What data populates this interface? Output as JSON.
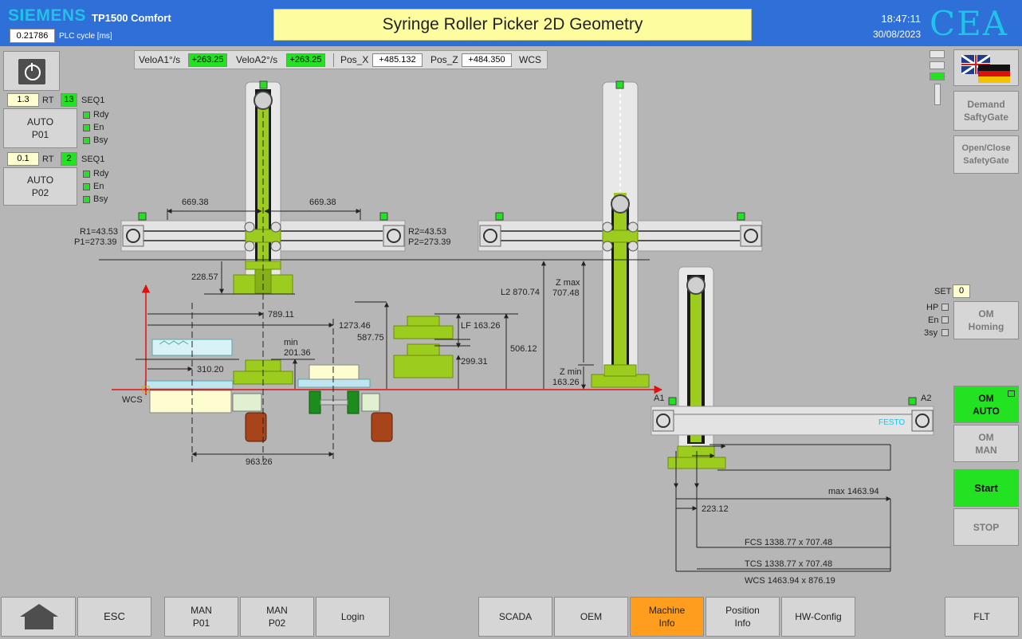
{
  "header": {
    "brand": "SIEMENS",
    "model": "TP1500 Comfort",
    "plc_cycle_value": "0.21786",
    "plc_cycle_label": "PLC cycle [ms]",
    "title": "Syringe Roller Picker 2D Geometry",
    "time": "18:47:11",
    "date": "30/08/2023",
    "logo": "CEA"
  },
  "status": {
    "velo_a1_label": "VeloA1°/s",
    "velo_a1_value": "+263.25",
    "velo_a2_label": "VeloA2°/s",
    "velo_a2_value": "+263.25",
    "pos_x_label": "Pos_X",
    "pos_x_value": "+485.132",
    "pos_z_label": "Pos_Z",
    "pos_z_value": "+484.350",
    "frame": "WCS"
  },
  "left": {
    "p01": {
      "value": "1.3",
      "rt": "RT",
      "seq_num": "13",
      "seq": "SEQ1",
      "button": "AUTO\nP01",
      "rdy": "Rdy",
      "en": "En",
      "bsy": "Bsy"
    },
    "p02": {
      "value": "0.1",
      "rt": "RT",
      "seq_num": "2",
      "seq": "SEQ1",
      "button": "AUTO\nP02",
      "rdy": "Rdy",
      "en": "En",
      "bsy": "Bsy"
    }
  },
  "right": {
    "demand_safety_gate": "Demand\nSaftyGate",
    "open_close_safety_gate": "Open/Close\nSafetyGate",
    "set_label": "SET",
    "set_value": "0",
    "hp": "HP",
    "en": "En",
    "bsy": "3sy",
    "om_homing": "OM\nHoming",
    "om_auto": "OM\nAUTO",
    "om_man": "OM\nMAN",
    "start": "Start",
    "stop": "STOP"
  },
  "diagram": {
    "d_669_left": "669.38",
    "d_669_right": "669.38",
    "r1": "R1=43.53",
    "p1": "P1=273.39",
    "r2": "R2=43.53",
    "p2": "P2=273.39",
    "d_228": "228.57",
    "d_789": "789.11",
    "d_1273": "1273.46",
    "d_587": "587.75",
    "min_label": "min",
    "d_201": "201.36",
    "d_310": "310.20",
    "lf": "LF 163.26",
    "d_299": "299.31",
    "d_506": "506.12",
    "l2": "L2 870.74",
    "zmax_label": "Z max",
    "zmax_value": "707.48",
    "zmin_label": "Z min",
    "zmin_value": "163.26",
    "wcs": "WCS",
    "d_963": "963.26",
    "a1": "A1",
    "a2": "A2",
    "festo": "FESTO",
    "max": "max 1463.94",
    "d_223": "223.12",
    "fcs": "FCS 1338.77 x 707.48",
    "tcs": "TCS 1338.77 x 707.48",
    "wcs_dims": "WCS 1463.94 x 876.19"
  },
  "nav": {
    "esc": "ESC",
    "man_p01": "MAN\nP01",
    "man_p02": "MAN\nP02",
    "login": "Login",
    "scada": "SCADA",
    "oem": "OEM",
    "machine_info": "Machine\nInfo",
    "position_info": "Position\nInfo",
    "hw_config": "HW-Config",
    "flt": "FLT"
  },
  "colors": {
    "header_blue": "#2f6fd8",
    "accent_cyan": "#1ec3e6",
    "status_green": "#22e222",
    "active_orange": "#ff9d1e",
    "part_green": "#9ccc1e",
    "axis_red": "#e01010"
  }
}
